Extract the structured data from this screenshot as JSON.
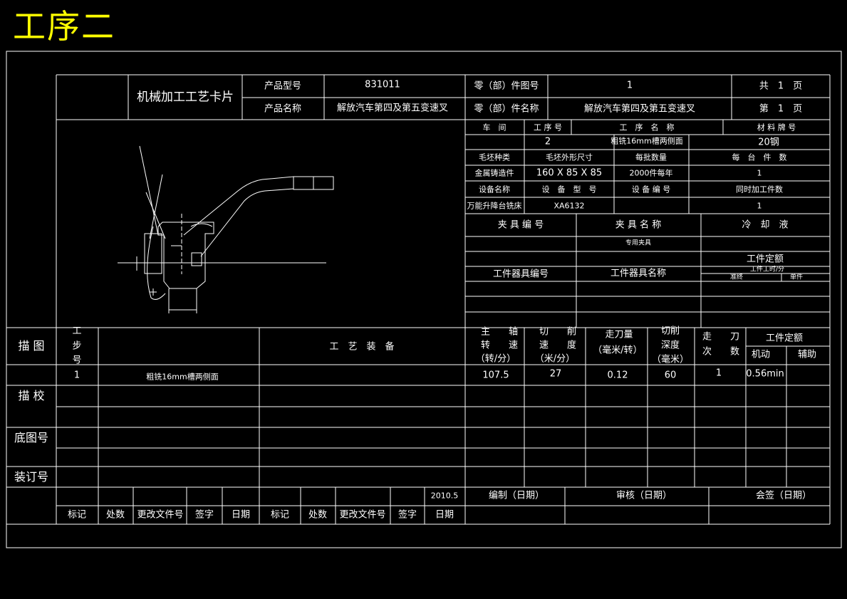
{
  "title": "工序二",
  "header": {
    "card_title": "机械加工工艺卡片",
    "product_model_label": "产品型号",
    "product_model_value": "831011",
    "part_drawing_no_label": "零（部）件图号",
    "part_drawing_no_value": "1",
    "total_pages": "共　1　页",
    "product_name_label": "产品名称",
    "product_name_value": "解放汽车第四及第五变速叉",
    "part_name_label": "零（部）件名称",
    "part_name_value": "解放汽车第四及第五变速叉",
    "page_no": "第　1　页"
  },
  "process": {
    "workshop_label": "车　间",
    "op_no_label": "工 序 号",
    "op_name_label": "工　序　名　称",
    "material_label": "材 料 牌 号",
    "op_no_value": "2",
    "op_name_value": "粗铣16mm槽两侧面",
    "material_value": "20钢",
    "blank_type_label": "毛坯种类",
    "blank_size_label": "毛坯外形尺寸",
    "batch_qty_label": "每批数量",
    "per_unit_label": "每　台　件　数",
    "blank_type_value": "金属铸造件",
    "blank_size_value": "160 X 85 X 85",
    "batch_qty_value": "2000件每年",
    "per_unit_value": "1",
    "equip_name_label": "设备名称",
    "equip_model_label": "设　备　型　号",
    "equip_no_label": "设 备 编 号",
    "simul_label": "同时加工件数",
    "equip_name_value": "万能升降台铣床",
    "equip_model_value": "XA6132",
    "simul_value": "1",
    "fixture_no_label": "夹 具 编 号",
    "fixture_name_label": "夹 具 名 称",
    "coolant_label": "冷　却　液",
    "fixture_name_value": "专用夹具",
    "quota_label": "工件定额",
    "station_tool_no_label": "工件器具编号",
    "station_tool_name_label": "工件器具名称",
    "hours_label": "工件工时/分",
    "prep_label": "准终",
    "single_label": "单件"
  },
  "steps_header": {
    "step_no": [
      "工",
      "步",
      "号"
    ],
    "equipment": "工　艺　装　备",
    "spindle": [
      "主　　轴",
      "转　　速",
      "（转/分）"
    ],
    "cut_speed": [
      "切　　削",
      "速　　度",
      "（米/分）"
    ],
    "feed": [
      "走刀量",
      "（毫米/转）"
    ],
    "depth": [
      "切削",
      "深度",
      "（毫米）"
    ],
    "passes": [
      "走　　刀",
      "次　　数"
    ],
    "quota": "工件定额",
    "machine": "机动",
    "aux": "辅助"
  },
  "steps": [
    {
      "no": "1",
      "content": "粗铣16mm槽两侧面",
      "spindle": "107.5",
      "speed": "27",
      "feed": "0.12",
      "depth": "60",
      "passes": "1",
      "machine": "0.56min",
      "aux": ""
    }
  ],
  "side_labels": {
    "draw": "描 图",
    "check": "描 校",
    "base_no": "底图号",
    "binding_no": "装订号"
  },
  "footer": {
    "date": "2010.5",
    "compile": "编制（日期）",
    "review": "审核（日期）",
    "countersign": "会签（日期）",
    "cols": [
      "标记",
      "处数",
      "更改文件号",
      "签字",
      "日期",
      "标记",
      "处数",
      "更改文件号",
      "签字",
      "日期"
    ]
  },
  "colors": {
    "background": "#000000",
    "lines": "#ffffff",
    "title": "#ffff00"
  }
}
